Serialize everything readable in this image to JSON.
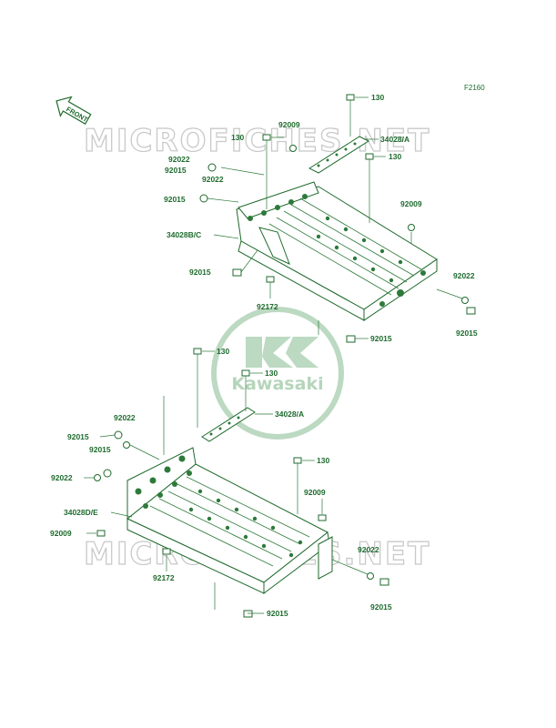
{
  "diagram_code": "F2160",
  "front_label": "FRONT",
  "watermark": "MICROFICHES.NET",
  "brand": {
    "name": "Kawasaki",
    "color": "#3a8f4a"
  },
  "colors": {
    "line": "#1f6a2c",
    "watermark": "#c9c9c9"
  },
  "upper_labels": [
    "130",
    "92009",
    "130",
    "34028/A",
    "92022",
    "130",
    "92015",
    "92022",
    "92015",
    "92009",
    "34028B/C",
    "92015",
    "92172",
    "92022",
    "92015",
    "92015"
  ],
  "lower_labels": [
    "130",
    "130",
    "34028/A",
    "92022",
    "92015",
    "92015",
    "92022",
    "130",
    "34028D/E",
    "92009",
    "92009",
    "92172",
    "92022",
    "92015",
    "92015"
  ]
}
